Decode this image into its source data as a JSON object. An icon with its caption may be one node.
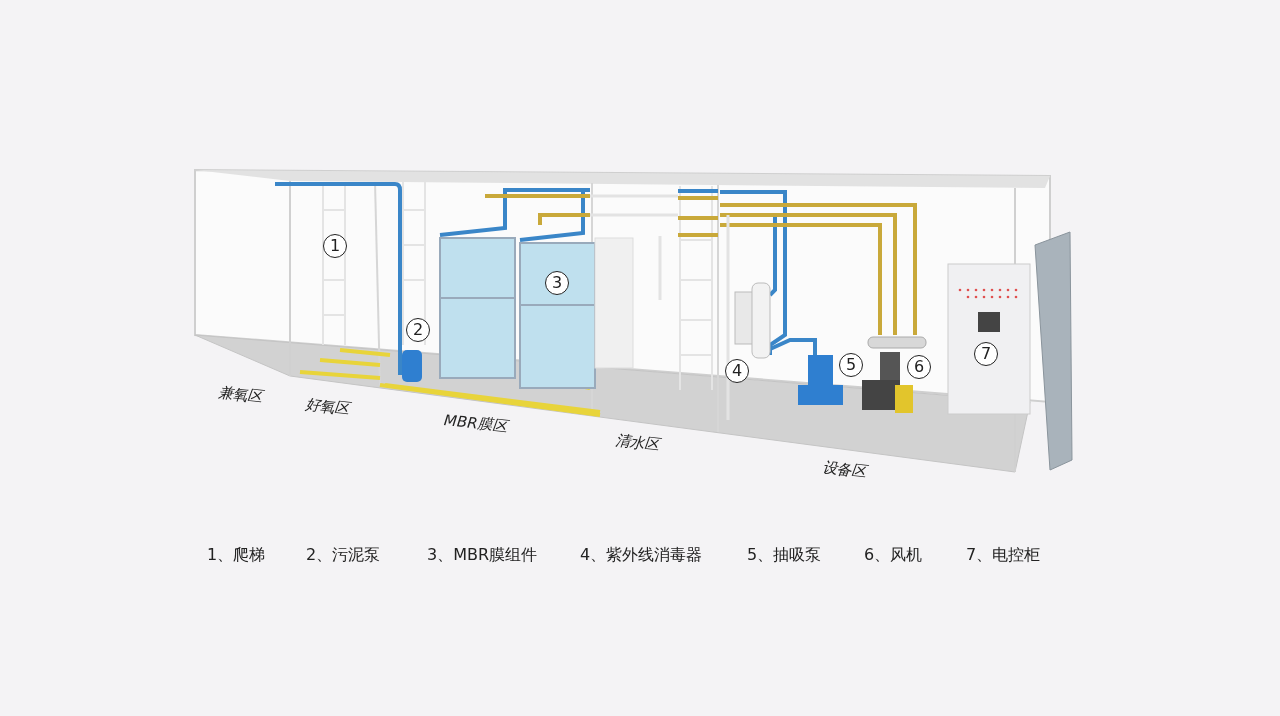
{
  "diagram": {
    "labels": [
      "1",
      "3",
      "2",
      "4",
      "5",
      "6",
      "7",
      "兼氧区",
      "好氧区",
      "MBR膜区",
      "清水区",
      "设备区",
      "1、爬梯",
      "2、污泥泵",
      "3、MBR膜组件",
      "4、紫外线消毒器",
      "5、抽吸泵",
      "6、风机",
      "7、电控柜"
    ]
  }
}
